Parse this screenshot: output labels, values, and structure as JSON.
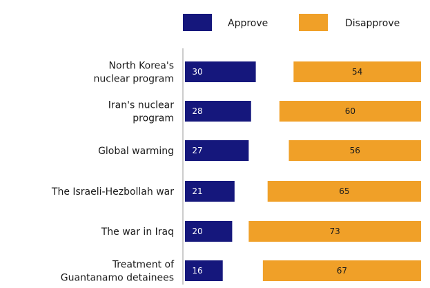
{
  "chart_data": {
    "type": "bar",
    "orientation": "horizontal",
    "legend": "top",
    "grid": false,
    "categories": [
      [
        "North Korea's",
        "nuclear program"
      ],
      [
        "Iran's nuclear",
        "program"
      ],
      [
        "Global warming"
      ],
      [
        "The Israeli-Hezbollah war"
      ],
      [
        "The war in Iraq"
      ],
      [
        "Treatment of",
        "Guantanamo detainees"
      ]
    ],
    "series": [
      {
        "name": "Approve",
        "color": "#15177c",
        "values": [
          30,
          28,
          27,
          21,
          20,
          16
        ]
      },
      {
        "name": "Disapprove",
        "color": "#f0a028",
        "values": [
          54,
          60,
          56,
          65,
          73,
          67
        ]
      }
    ]
  }
}
